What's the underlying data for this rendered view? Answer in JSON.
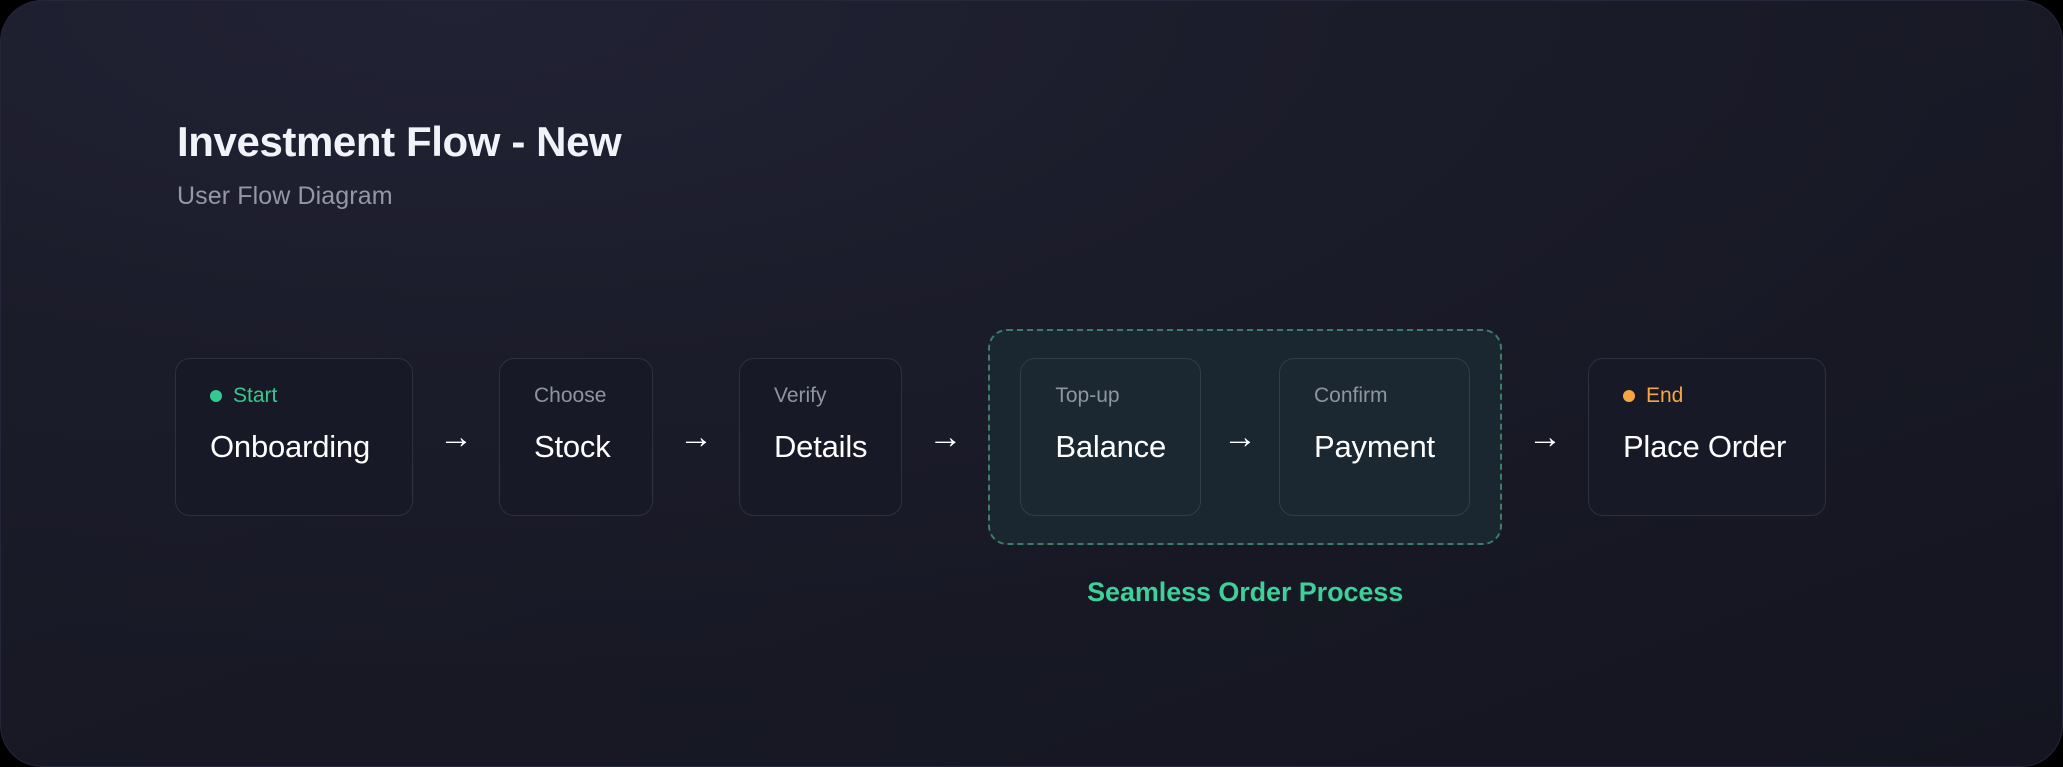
{
  "header": {
    "title": "Investment Flow - New",
    "subtitle": "User Flow Diagram"
  },
  "colors": {
    "page_background_top": "#1e1f2e",
    "page_background_bottom": "#141520",
    "card_background": "#171926",
    "card_border": "#2d3042",
    "group_background": "#1a2630",
    "group_border": "#3d7d6a",
    "accent_green": "#34c98f",
    "accent_orange": "#f5a742",
    "caption_green": "#3ecf9a",
    "text_primary": "#ffffff",
    "text_muted": "#8f94a2"
  },
  "flow": {
    "arrow_glyph": "→",
    "nodes": [
      {
        "kicker": "Start",
        "title": "Onboarding",
        "marker": "green",
        "wide": true
      },
      {
        "kicker": "Choose",
        "title": "Stock",
        "marker": "none",
        "wide": false
      },
      {
        "kicker": "Verify",
        "title": "Details",
        "marker": "none",
        "wide": false
      },
      {
        "kicker": "Top-up",
        "title": "Balance",
        "marker": "none",
        "wide": false
      },
      {
        "kicker": "Confirm",
        "title": "Payment",
        "marker": "none",
        "wide": false
      },
      {
        "kicker": "End",
        "title": "Place Order",
        "marker": "orange",
        "wide": true
      }
    ],
    "group": {
      "caption": "Seamless Order Process",
      "member_indexes": [
        3,
        4
      ],
      "border_style": "dashed"
    }
  }
}
